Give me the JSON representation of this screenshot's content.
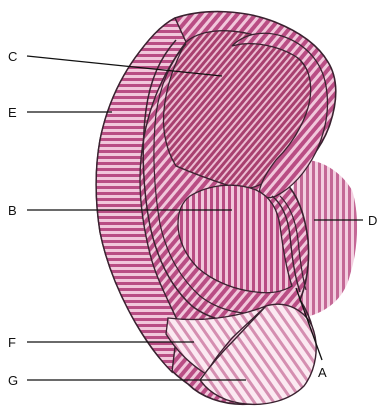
{
  "diagram": {
    "labels": {
      "A": "A",
      "B": "B",
      "C": "C",
      "D": "D",
      "E": "E",
      "F": "F",
      "G": "G"
    }
  },
  "colors": {
    "stripe": "#b94d84",
    "fill": "#f1c7db",
    "fill_light": "#fbe9f1",
    "outline": "#3a2230"
  }
}
